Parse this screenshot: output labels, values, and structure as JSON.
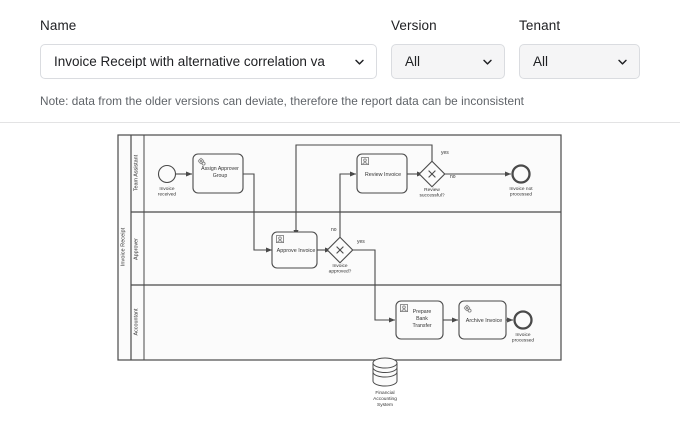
{
  "filters": {
    "name": {
      "label": "Name",
      "value": "Invoice Receipt with alternative correlation va",
      "icon": "chevron-down-icon"
    },
    "version": {
      "label": "Version",
      "value": "All",
      "icon": "chevron-down-icon"
    },
    "tenant": {
      "label": "Tenant",
      "value": "All",
      "icon": "chevron-down-icon"
    },
    "note": "Note: data from the older versions can deviate, therefore the report data can be inconsistent"
  },
  "colors": {
    "text": "#202124",
    "muted": "#5f6368",
    "border": "#dadce0",
    "field_grey": "#f5f5f6",
    "divider": "#e3e3e4",
    "diagram_stroke": "#4a4a4a",
    "diagram_fill": "#fbfbfb"
  },
  "diagram": {
    "type": "bpmn-process",
    "pool": {
      "name": "Invoice Receipt"
    },
    "lanes": [
      {
        "name": "Team Assistant"
      },
      {
        "name": "Approver"
      },
      {
        "name": "Accountant"
      }
    ],
    "events": [
      {
        "id": "start-invoice-received",
        "kind": "start",
        "label": "Invoice\nreceived",
        "lane": "Team Assistant"
      },
      {
        "id": "end-invoice-not-processed",
        "kind": "end",
        "label": "Invoice not\nprocessed",
        "lane": "Team Assistant"
      },
      {
        "id": "end-invoice-processed",
        "kind": "end",
        "label": "Invoice\nprocessed",
        "lane": "Accountant"
      }
    ],
    "tasks": [
      {
        "id": "assign-approver-group",
        "label": "Assign Approver Group",
        "task_type": "service",
        "lane": "Team Assistant"
      },
      {
        "id": "review-invoice",
        "label": "Review Invoice",
        "task_type": "user",
        "lane": "Team Assistant"
      },
      {
        "id": "approve-invoice",
        "label": "Approve Invoice",
        "task_type": "user",
        "lane": "Approver"
      },
      {
        "id": "prepare-bank-transfer",
        "label": "Prepare Bank Transfer",
        "task_type": "user",
        "lane": "Accountant"
      },
      {
        "id": "archive-invoice",
        "label": "Archive Invoice",
        "task_type": "service",
        "lane": "Accountant"
      }
    ],
    "gateways": [
      {
        "id": "gw-review-successful",
        "kind": "exclusive",
        "label": "Review\nsuccessful?",
        "lane": "Team Assistant"
      },
      {
        "id": "gw-invoice-approved",
        "kind": "exclusive",
        "label": "Invoice\napproved?",
        "lane": "Approver"
      }
    ],
    "data_stores": [
      {
        "id": "financial-accounting-system",
        "label": "Financial Accounting System"
      }
    ],
    "flow_labels": [
      {
        "id": "flow-review-yes",
        "text": "yes"
      },
      {
        "id": "flow-review-no",
        "text": "no"
      },
      {
        "id": "flow-approved-no",
        "text": "no"
      },
      {
        "id": "flow-approved-yes",
        "text": "yes"
      }
    ]
  }
}
